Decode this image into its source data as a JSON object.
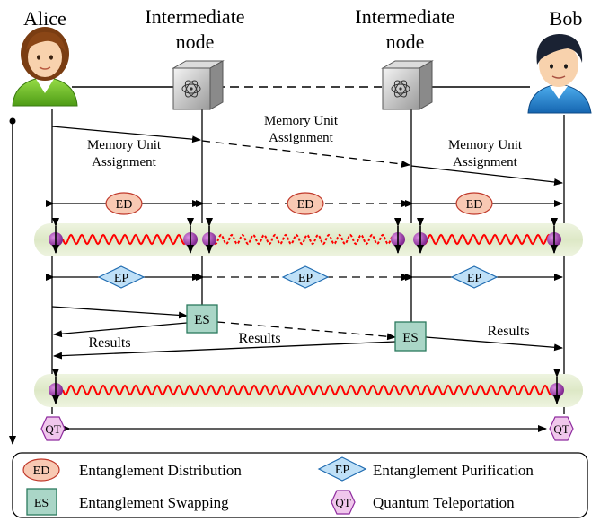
{
  "nodes": {
    "alice": "Alice",
    "intermediate_line1": "Intermediate",
    "intermediate_line2": "node",
    "bob": "Bob"
  },
  "memory_unit": {
    "line1": "Memory Unit",
    "line2": "Assignment"
  },
  "ops": {
    "ed": "ED",
    "ep": "EP",
    "es": "ES",
    "qt": "QT"
  },
  "results": "Results",
  "legend": {
    "ed_label": "Entanglement Distribution",
    "ep_label": "Entanglement Purification",
    "es_label": "Entanglement Swapping",
    "qt_label": "Quantum Teleportation"
  },
  "colors": {
    "ed_fill": "#f8c9b3",
    "ep_fill": "#bfe0f7",
    "es_fill": "#aad6c7",
    "qt_fill": "#f0c7ec",
    "wave": "#ff0000",
    "band": "#e6efd3",
    "qubit": "#8e2b9e"
  }
}
